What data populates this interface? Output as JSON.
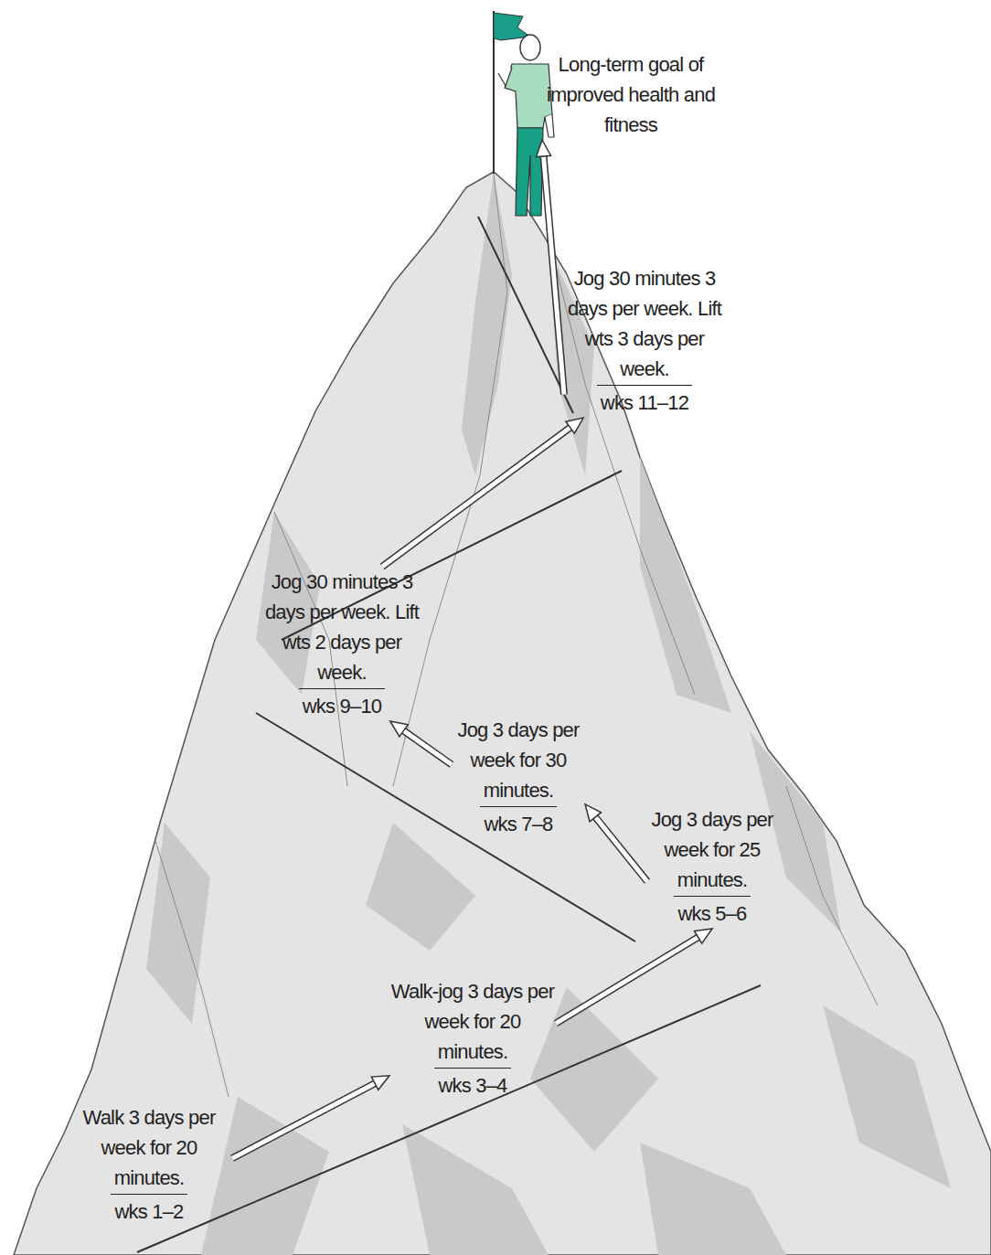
{
  "diagram": {
    "nodes": [
      {
        "text": [
          "Walk 3 days per week for 20 minutes.",
          "wks 1–2"
        ]
      },
      {
        "text": [
          "Walk-jog 3 days per week for 20 minutes.",
          "wks 3–4"
        ]
      },
      {
        "text": [
          "Jog 3 days per week for 25 minutes.",
          "wks 5–6"
        ]
      },
      {
        "text": [
          "Jog 3 days per week for 30 minutes.",
          "wks 7–8"
        ]
      },
      {
        "text": [
          "Jog 30 minutes 3 days per week. Lift wts 2 days per week.",
          "wks 9–10"
        ]
      },
      {
        "text": [
          "Jog 30 minutes 3 days per week. Lift wts 3 days per week.",
          "wks 11–12"
        ]
      },
      {
        "text": [
          "Long-term goal of improved health and fitness"
        ]
      }
    ],
    "edges": [
      {
        "from": 0,
        "to": 1,
        "arrow": "to"
      },
      {
        "from": 1,
        "to": 2,
        "arrow": "to"
      },
      {
        "from": 2,
        "to": 3,
        "arrow": "to"
      },
      {
        "from": 3,
        "to": 4,
        "arrow": "to"
      },
      {
        "from": 4,
        "to": 5,
        "arrow": "to"
      },
      {
        "from": 5,
        "to": 6,
        "arrow": "to"
      }
    ]
  }
}
